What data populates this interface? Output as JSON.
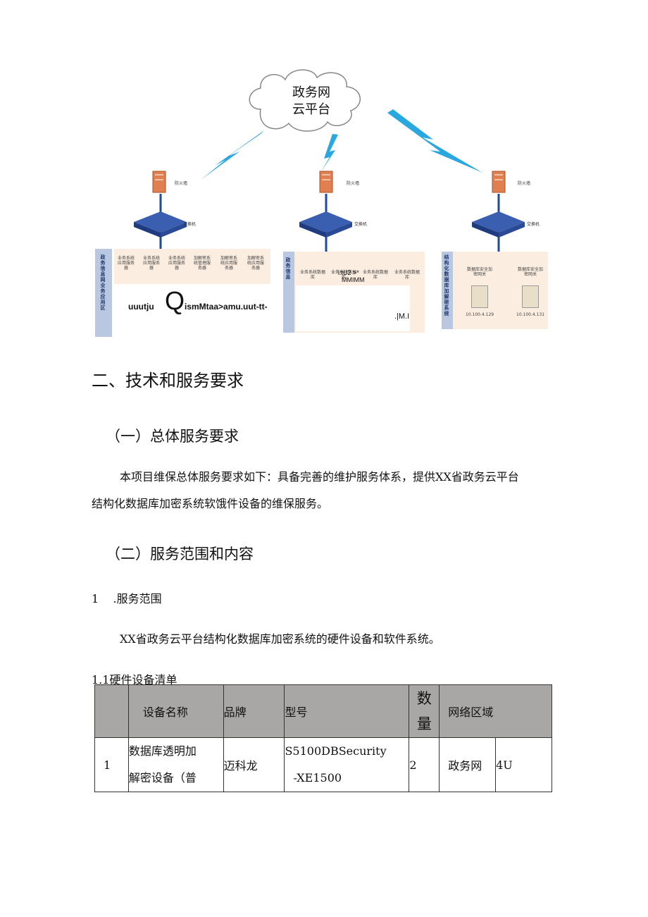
{
  "diagram": {
    "cloud_label_line1": "政务网",
    "cloud_label_line2": "云平台",
    "firewall_label": "防火墙",
    "switch_label": "交换机",
    "zone1": {
      "side_label": "政务信息网业务应用区",
      "servers": [
        "业务系统应用服务器",
        "业务系统应用服务器",
        "业务系统应用服务器",
        "加解密系统管理服务器",
        "加解密系统应用服务器",
        "加解密系统应用服务器"
      ],
      "overlay_left": "uuutju",
      "overlay_q": "Q",
      "overlay_right": "ismMtaa>amu.uut-tt-"
    },
    "zone2": {
      "side_label": "政务信息",
      "servers": [
        "业务系统数据库",
        "业务系统数据库",
        "业务系统数据库",
        "业务系统数据库"
      ],
      "overlay_line1": "i:tU2 >*",
      "overlay_line2": "MMIMM",
      "overlay_bottom": ".|M.I"
    },
    "zone3": {
      "side_label": "结构化数据库加解密系统",
      "gateways": [
        {
          "name": "数据库安全加密网关",
          "ip": "10.100.4.129"
        },
        {
          "name": "数据库安全加密网关",
          "ip": "10.100.4.131"
        }
      ]
    }
  },
  "section_heading": "二、技术和服务要求",
  "sub1_heading": "（一）总体服务要求",
  "sub1_para_line1": "本项目维保总体服务要求如下：具备完善的维护服务体系，提供XX省政务云平台",
  "sub1_para_line2": "结构化数据库加密系统软饿件设备的维保服务。",
  "sub2_heading": "（二）服务范围和内容",
  "item1_label": "1    .服务范围",
  "item1_para": "XX省政务云平台结构化数据库加密系统的硬件设备和软件系统。",
  "table_caption": "1.1硬件设备清单",
  "table": {
    "headers": [
      "",
      "设备名称",
      "品牌",
      "型号",
      "数量",
      "网络区域"
    ],
    "qty_header_line1": "数",
    "qty_header_line2": "量",
    "row": {
      "no": "1",
      "name_line1": "数据库透明加",
      "name_line2": "解密设备（普",
      "brand": "迈科龙",
      "model_line1": "S5100DBSecurity",
      "model_line2": "-XE1500",
      "qty": "2",
      "zone": "政务网",
      "size": "4U"
    }
  },
  "colors": {
    "table_header": "#a9a6a6",
    "zone_bg": "#fbeee0",
    "zone_side": "#b9c7e0",
    "lightning": "#29a8e0",
    "switch": "#2a4fa0",
    "firewall": "#e08050"
  }
}
